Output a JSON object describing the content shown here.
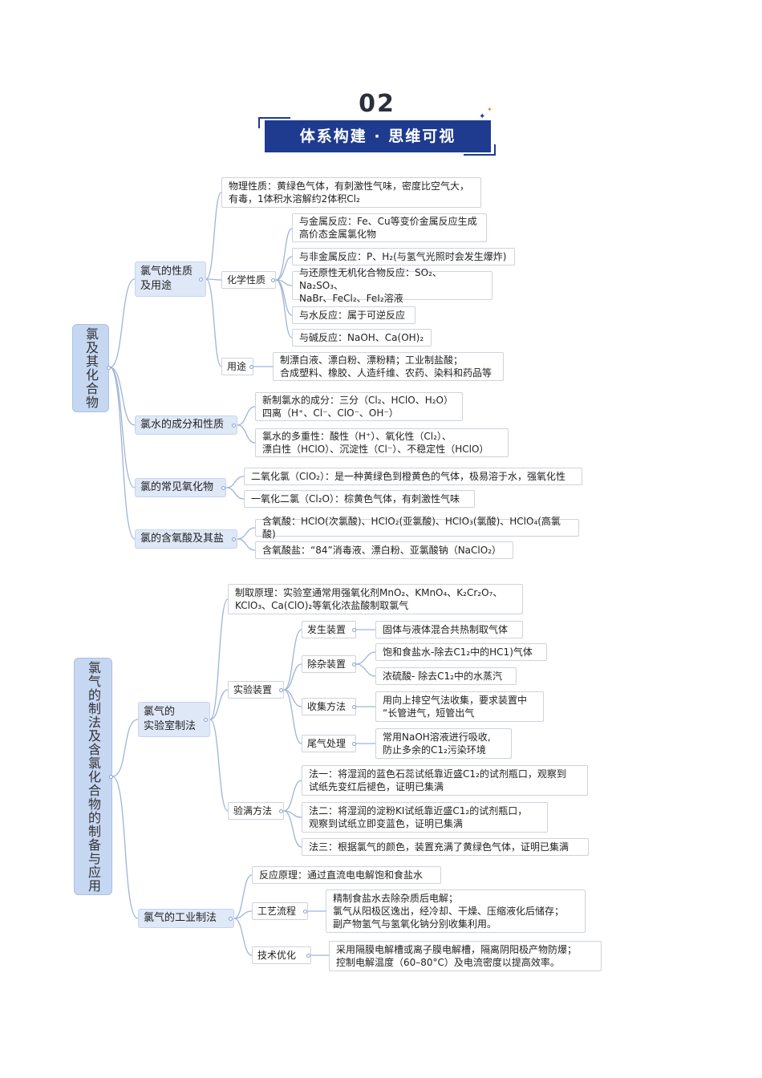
{
  "header": {
    "number": "02",
    "title": "体系构建 · 思维可视"
  },
  "map1": {
    "root": "氯及其化合物",
    "branches": [
      {
        "label": "氯气的性质\n及用途",
        "items": [
          "物理性质：黄绿色气体，有刺激性气味，密度比空气大，\n有毒，1体积水溶解约2体积Cl₂",
          "化学性质",
          "用途"
        ],
        "chem": [
          "与金属反应：Fe、Cu等变价金属反应生成\n高价态金属氯化物",
          "与非金属反应：P、H₂(与氢气光照时会发生爆炸)",
          "与还原性无机化合物反应：SO₂、Na₂SO₃、\nNaBr、FeCl₂、FeI₂溶液",
          "与水反应：属于可逆反应",
          "与碱反应：NaOH、Ca(OH)₂"
        ],
        "uses": "制漂白液、漂白粉、漂粉精；工业制盐酸；\n合成塑料、橡胶、人造纤维、农药、染料和药品等"
      },
      {
        "label": "氯水的成分和性质",
        "items": [
          "新制氯水的成分：三分（Cl₂、HClO、H₂O）\n四离（H⁺、Cl⁻、ClO⁻、OH⁻）",
          "氯水的多重性：酸性（H⁺）、氧化性（Cl₂）、\n漂白性（HClO）、沉淀性（Cl⁻）、不稳定性（HClO）"
        ]
      },
      {
        "label": "氯的常见氧化物",
        "items": [
          "二氧化氯（ClO₂）：是一种黄绿色到橙黄色的气体，极易溶于水，强氧化性",
          "一氧化二氯（Cl₂O）：棕黄色气体，有刺激性气味"
        ]
      },
      {
        "label": "氯的含氧酸及其盐",
        "items": [
          "含氧酸：HClO(次氯酸)、HClO₂(亚氯酸)、HClO₃(氯酸)、HClO₄(高氯酸)",
          "含氧酸盐：“84”消毒液、漂白粉、亚氯酸钠（NaClO₂）"
        ]
      }
    ]
  },
  "map2": {
    "root": "氯气的制法及含氯化合物的制备与应用",
    "lab": {
      "label": "氯气的\n实验室制法",
      "principle": "制取原理：实验室通常用强氧化剂MnO₂、KMnO₄、K₂Cr₂O₇、\nKClO₃、Ca(ClO)₂等氧化浓盐酸制取氯气",
      "apparatus_label": "实验装置",
      "apparatus": [
        {
          "label": "发生装置",
          "items": [
            "固体与液体混合共热制取气体"
          ]
        },
        {
          "label": "除杂装置",
          "items": [
            "饱和食盐水-除去C1₂中的HC1)气体",
            "浓硫酸- 除去C1₂中的水蒸汽"
          ]
        },
        {
          "label": "收集方法",
          "items": [
            "用向上排空气法收集，要求装置中\n“长管进气，短管出气"
          ]
        },
        {
          "label": "尾气处理",
          "items": [
            "常用NaOH溶液进行吸收,\n防止多余的C1₂污染环境"
          ]
        }
      ],
      "test_label": "验满方法",
      "tests": [
        "法一：将湿润的蓝色石蕊试纸靠近盛C1₂的试剂瓶口，观察到\n试纸先变红后褪色，证明已集满",
        "法二：将湿润的淀粉KI试纸靠近盛C1₂的试剂瓶口，\n观察到试纸立即变蓝色，证明已集满",
        "法三：根据氯气的颜色，装置充满了黄绿色气体，证明已集满"
      ]
    },
    "industry": {
      "label": "氯气的工业制法",
      "items": [
        "反应原理：通过直流电电解饱和食盐水",
        "工艺流程",
        "技术优化"
      ],
      "process": "精制食盐水去除杂质后电解；\n氯气从阳极区逸出，经冷却、干燥、压缩液化后储存；\n副产物氢气与氢氧化钠分别收集利用。",
      "optimize": "采用隔膜电解槽或离子膜电解槽，隔离阴阳极产物防爆；\n控制电解温度（60–80°C）及电流密度以提高效率。"
    }
  }
}
